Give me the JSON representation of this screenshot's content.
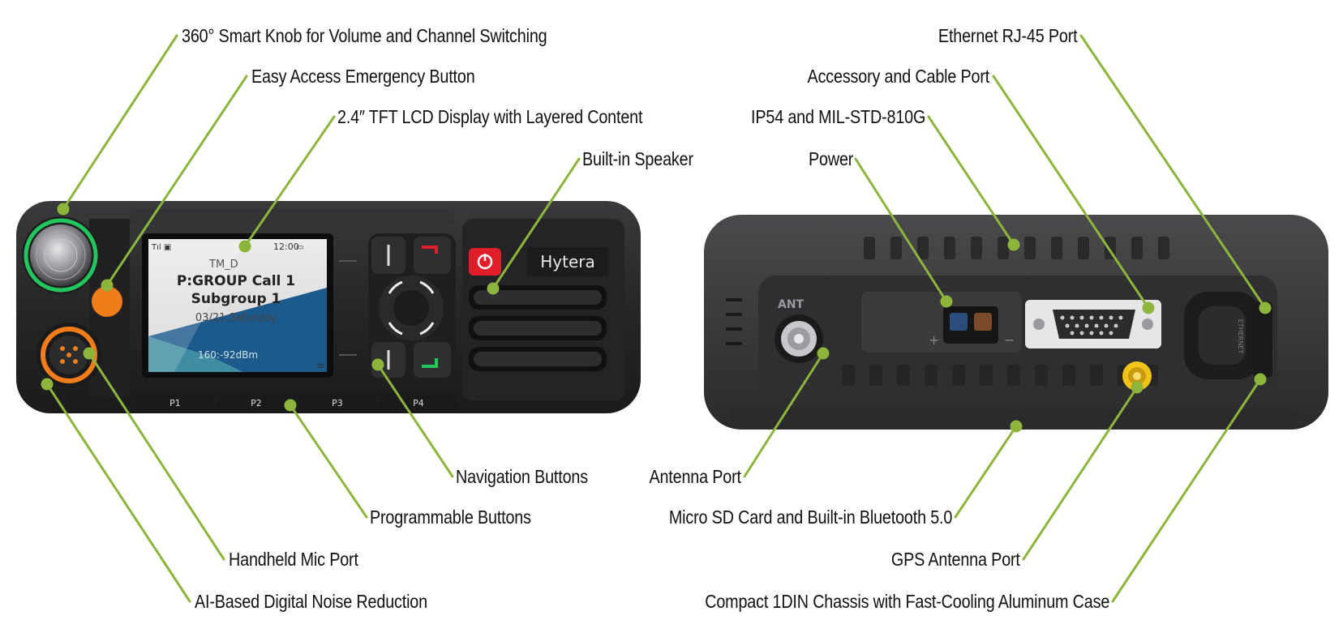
{
  "front": {
    "brand": "Hytera",
    "display": {
      "status_time": "12:00",
      "line_mode": "TM_D",
      "line_call": "P:GROUP Call 1",
      "line_group": "Subgroup 1",
      "line_date": "03/21,Saturday",
      "line_signal": "160:-92dBm"
    },
    "soft_keys": [
      "P1",
      "P2",
      "P3",
      "P4"
    ],
    "labels": {
      "knob": "360° Smart Knob for Volume and Channel Switching",
      "emergency": "Easy Access Emergency Button",
      "display": "2.4″ TFT LCD Display with Layered Content",
      "speaker": "Built-in Speaker",
      "navigation": "Navigation Buttons",
      "programmable": "Programmable Buttons",
      "mic_port": "Handheld Mic Port",
      "noise_reduction": "AI-Based Digital Noise Reduction"
    }
  },
  "rear": {
    "ant_text": "ANT",
    "ethernet_text": "ETHERNET",
    "labels": {
      "ethernet": "Ethernet RJ-45 Port",
      "accessory": "Accessory and Cable Port",
      "ip54": "IP54 and MIL-STD-810G",
      "power": "Power",
      "antenna": "Antenna Port",
      "microsd": "Micro SD Card and Built-in Bluetooth 5.0",
      "gps": "GPS Antenna Port",
      "chassis": "Compact 1DIN Chassis with Fast-Cooling Aluminum Case"
    }
  },
  "colors": {
    "leader": "#8db53c",
    "knob_ring": "#22c55e",
    "emergency": "#f07c1a",
    "power_button": "#e11d2a",
    "gps_connector": "#f0c419",
    "body_dark": "#2b2b2d"
  }
}
